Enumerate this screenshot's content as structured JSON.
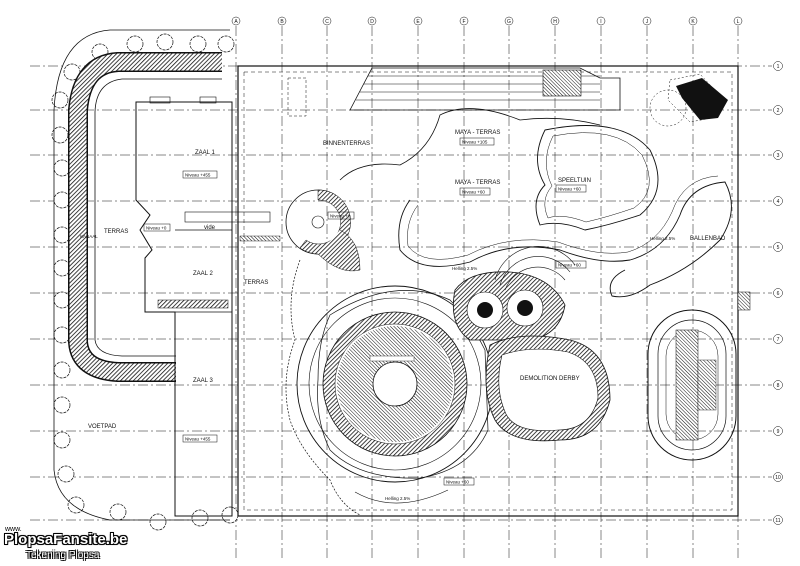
{
  "grid": {
    "columns": [
      "A",
      "B",
      "C",
      "D",
      "E",
      "F",
      "G",
      "H",
      "I",
      "J",
      "K",
      "L"
    ],
    "rows": [
      "1",
      "2",
      "3",
      "4",
      "5",
      "6",
      "7",
      "8",
      "9",
      "10",
      "11"
    ]
  },
  "labels": {
    "zaal1": "ZAAL 1",
    "zaal1_level": "Niveau +455",
    "zaal2": "ZAAL 2",
    "zaal3": "ZAAL 3",
    "zaal3_level": "Niveau +455",
    "terras_left": "TERRAS",
    "kanaal": "KANAAL",
    "niveau0_left": "Niveau +0",
    "vide": "vide",
    "terras_mid": "TERRAS",
    "voetpad": "VOETPAD",
    "binnenterras": "BINNENTERRAS",
    "niveau0_mid": "Niveau +0",
    "maya_terras_1": "MAYA - TERRAS",
    "maya_level_1": "Niveau +105",
    "maya_terras_2": "MAYA - TERRAS",
    "maya_level_2": "Niveau +60",
    "speeltuin": "SPEELTUIN",
    "speeltuin_level": "Niveau +60",
    "helling_1": "Helling 2.5%",
    "ballenbad": "BALLENBAD",
    "niveau_60_a": "Niveau +60",
    "helling_2": "Helling 2.5%",
    "demolition_derby": "DEMOLITION DERBY",
    "niveau_60_b": "Niveau +60",
    "helling_3": "Helling 2.5%"
  },
  "watermark": {
    "www": "www.",
    "site": "PlopsaFansite.be",
    "credit": "Tekening Plopsa"
  }
}
